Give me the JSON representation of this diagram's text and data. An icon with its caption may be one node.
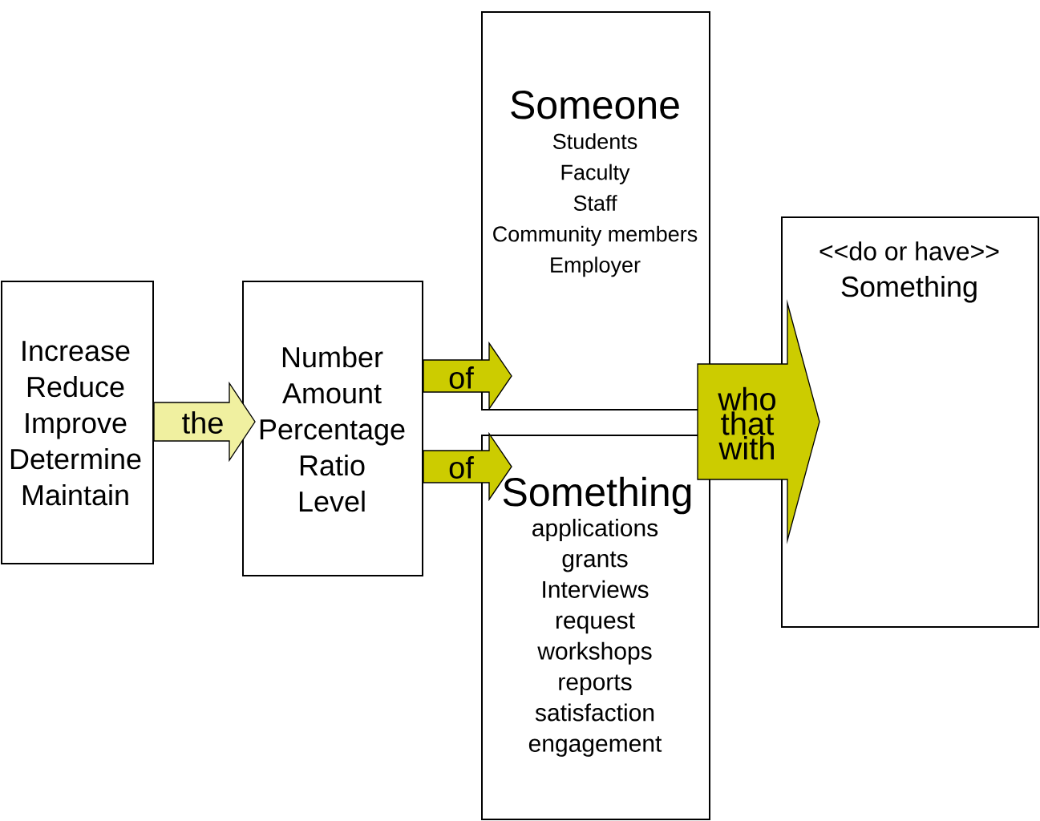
{
  "diagram": {
    "nodes": [
      {
        "text": [
          "Increase",
          "Reduce",
          "Improve",
          "Determine",
          "Maintain"
        ]
      },
      {
        "text": [
          "Number",
          "Amount",
          "Percentage",
          "Ratio",
          "Level"
        ]
      },
      {
        "text": [
          "Someone",
          "Students",
          "Faculty",
          "Staff",
          "Community members",
          "Employer"
        ]
      },
      {
        "text": [
          "Something",
          "applications",
          "grants",
          "Interviews",
          "request",
          "workshops",
          "reports",
          "satisfaction",
          "engagement"
        ]
      },
      {
        "text": [
          "<<do or have>>",
          "Something"
        ]
      }
    ],
    "edges": [
      {
        "from": 0,
        "to": 1,
        "arrow": "to",
        "label": "the",
        "color": "#f0f0a0"
      },
      {
        "from": 1,
        "to": 2,
        "arrow": "to",
        "label": "of"
      },
      {
        "from": 1,
        "to": 3,
        "arrow": "to",
        "label": "of"
      },
      {
        "from": 2,
        "to": 4,
        "arrow": "to",
        "label": "who that with"
      },
      {
        "from": 3,
        "to": 4,
        "arrow": "to"
      }
    ]
  }
}
